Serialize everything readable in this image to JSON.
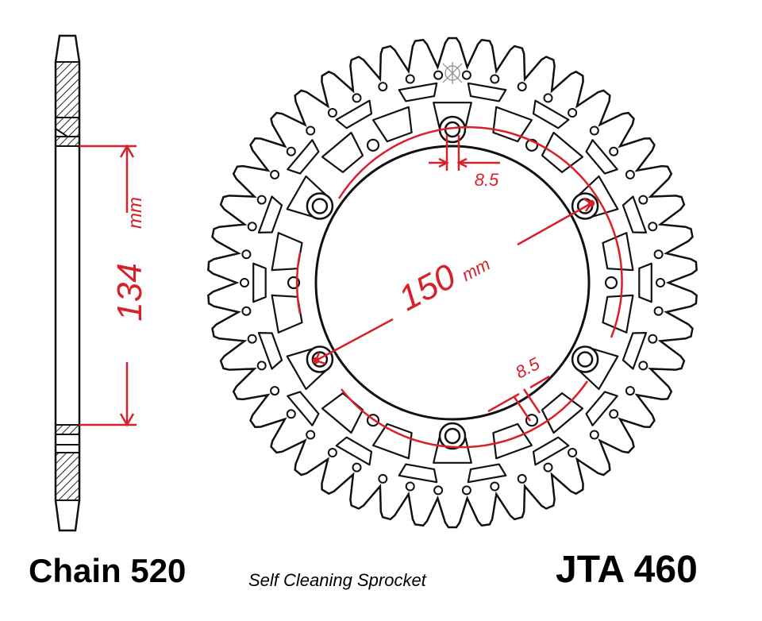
{
  "chain_label": "Chain 520",
  "subtitle": "Self Cleaning Sprocket",
  "part_number": "JTA 460",
  "dimensions": {
    "side_dim_value": "134",
    "side_dim_unit": "mm",
    "pcd_value": "150",
    "pcd_unit": "mm",
    "hole_top": "8.5",
    "hole_bottom": "8.5"
  },
  "sprocket": {
    "teeth": 46,
    "bolt_holes": 6,
    "colors": {
      "outline": "#111111",
      "dimension": "#d8202a",
      "hatch": "#222222"
    }
  }
}
